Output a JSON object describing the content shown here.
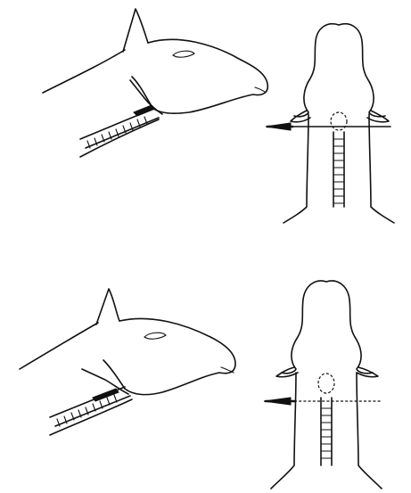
{
  "figure": {
    "background": "#ffffff",
    "ink": "#111111",
    "panels": [
      {
        "name": "top",
        "views": [
          "side-head",
          "front-head"
        ],
        "knife_line": "solid"
      },
      {
        "name": "bottom",
        "views": [
          "side-head",
          "front-head"
        ],
        "knife_line": "dashed"
      }
    ],
    "icons": [
      "sheep-head-side",
      "sheep-head-front",
      "knife",
      "spinal-column"
    ]
  }
}
